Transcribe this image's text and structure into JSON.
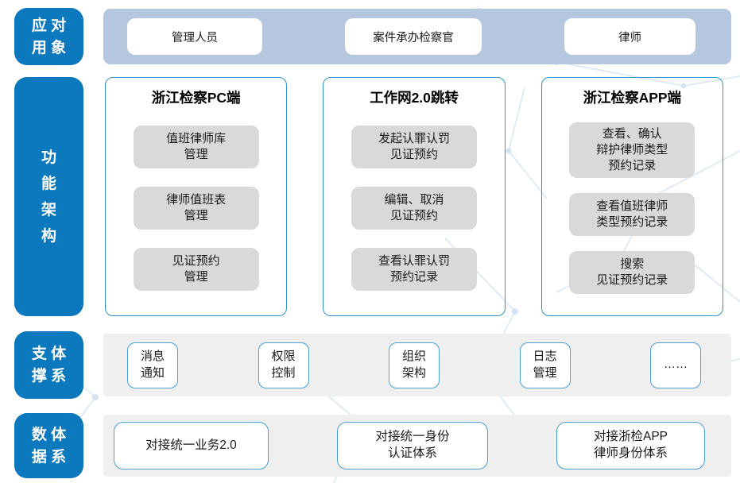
{
  "colors": {
    "primary_blue": "#0c78bd",
    "audience_band": "#b4c7df",
    "panel_border": "#2f93cf",
    "small_box_border": "#4a9fd4",
    "gray_band": "#efefef",
    "gray_box": "#d9d9d9"
  },
  "rows": {
    "audience": {
      "label_text": "应用对象",
      "label_lines": [
        "应 对",
        "用 象"
      ],
      "items": [
        "管理人员",
        "案件承办检察官",
        "律师"
      ]
    },
    "functions": {
      "label_text": "功能架构",
      "label_lines": [
        "功",
        "能",
        "架",
        "构"
      ],
      "panels": [
        {
          "title": "浙江检察PC端",
          "items": [
            "值班律师库\n管理",
            "律师值班表\n管理",
            "见证预约\n管理"
          ]
        },
        {
          "title": "工作网2.0跳转",
          "items": [
            "发起认罪认罚\n见证预约",
            "编辑、取消\n见证预约",
            "查看认罪认罚\n预约记录"
          ]
        },
        {
          "title": "浙江检察APP端",
          "items": [
            "查看、确认\n辩护律师类型\n预约记录",
            "查看值班律师\n类型预约记录",
            "搜索\n见证预约记录"
          ]
        }
      ]
    },
    "support": {
      "label_text": "支撑体系",
      "label_lines": [
        "支 体",
        "撑 系"
      ],
      "items": [
        "消息\n通知",
        "权限\n控制",
        "组织\n架构",
        "日志\n管理",
        "……"
      ]
    },
    "data": {
      "label_text": "数据体系",
      "label_lines": [
        "数 体",
        "据 系"
      ],
      "items": [
        "对接统一业务2.0",
        "对接统一身份\n认证体系",
        "对接浙检APP\n律师身份体系"
      ]
    }
  }
}
